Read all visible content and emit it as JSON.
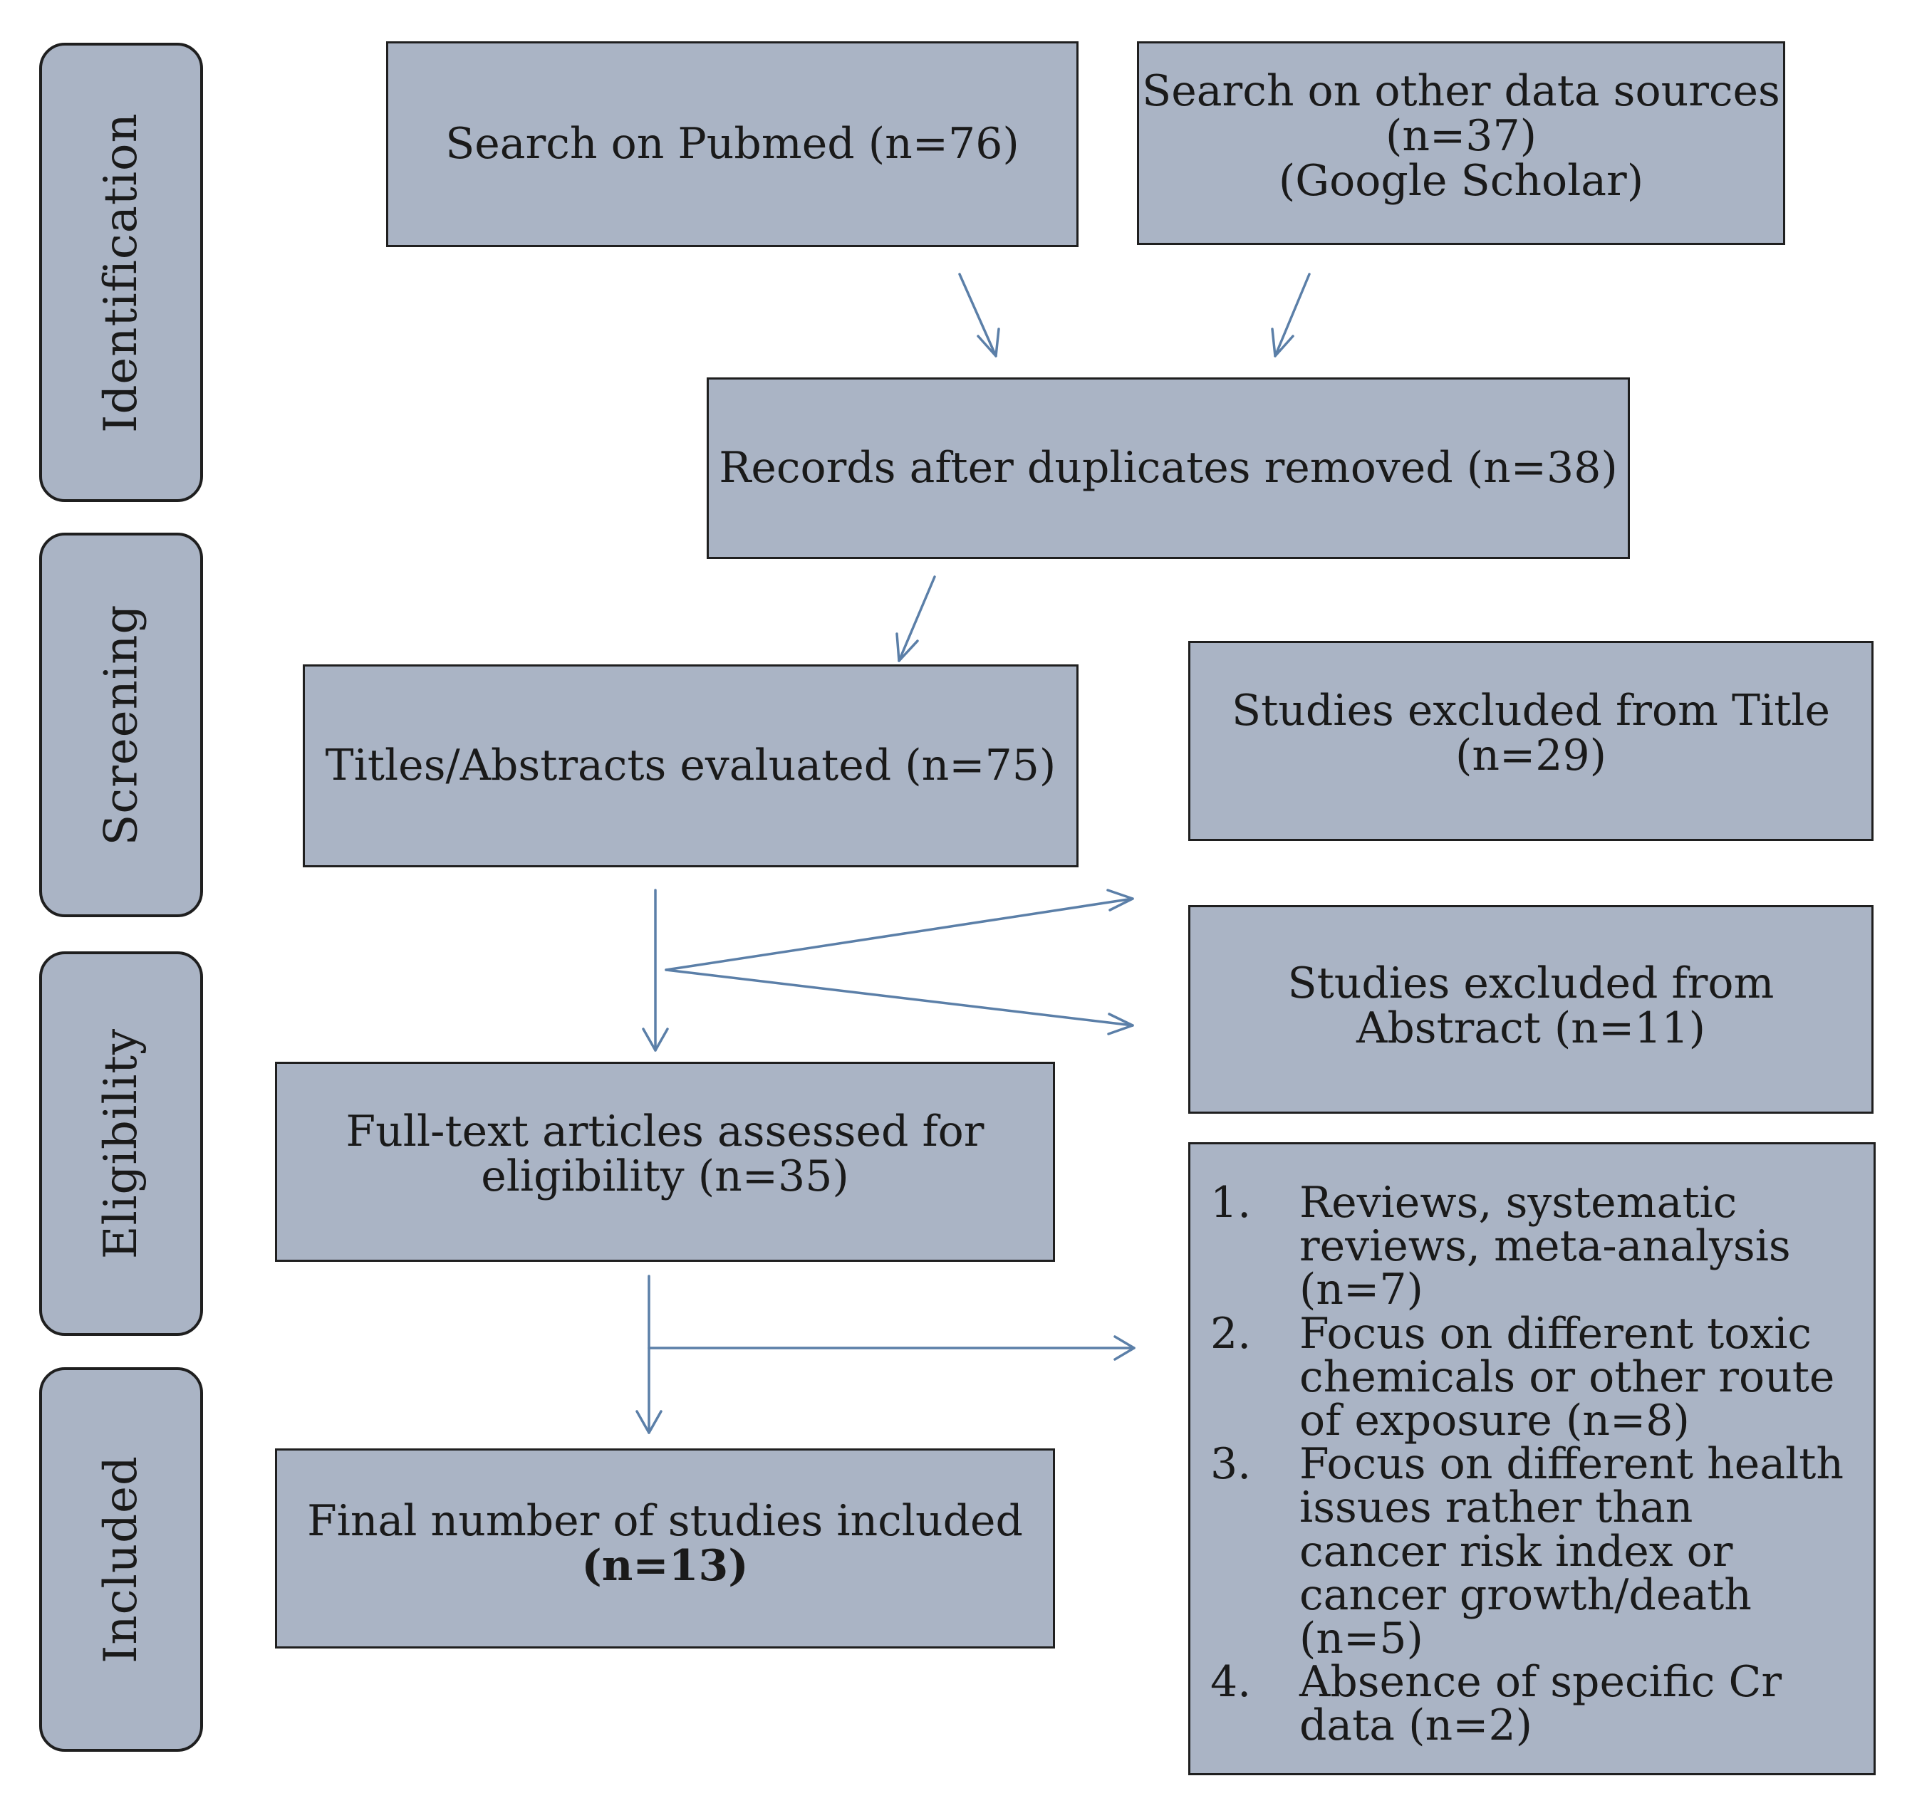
{
  "stages": [
    {
      "id": "identification",
      "label": "Identification"
    },
    {
      "id": "screening",
      "label": "Screening"
    },
    {
      "id": "eligibility",
      "label": "Eligibility"
    },
    {
      "id": "included",
      "label": "Included"
    }
  ],
  "boxes": {
    "pubmed": {
      "lines": [
        "Search on Pubmed (n=76)"
      ]
    },
    "other_sources": {
      "lines": [
        "Search on other data sources",
        "(n=37)",
        "(Google Scholar)"
      ]
    },
    "duplicates_removed": {
      "lines": [
        "Records after duplicates removed (n=38)"
      ]
    },
    "titles_abstracts": {
      "lines": [
        "Titles/Abstracts evaluated  (n=75)"
      ]
    },
    "excluded_title": {
      "lines": [
        "Studies excluded from Title",
        "(n=29)"
      ]
    },
    "excluded_abstract": {
      "lines": [
        "Studies excluded from",
        "Abstract (n=11)"
      ]
    },
    "full_text": {
      "lines": [
        "Full-text articles  assessed for",
        "eligibility  (n=35)"
      ]
    },
    "final": {
      "lines": [
        "Final number of studies included",
        "(n=13)"
      ]
    }
  },
  "exclusion_reasons": [
    {
      "num": "1.",
      "text": "Reviews, systematic reviews, meta-analysis (n=7)"
    },
    {
      "num": "2.",
      "text": "Focus on different toxic chemicals or other route of exposure (n=8)"
    },
    {
      "num": "3.",
      "text": "Focus on different health issues rather than cancer risk index or cancer growth/death  (n=5)"
    },
    {
      "num": "4.",
      "text": "Absence of specific Cr data (n=2)"
    }
  ],
  "colors": {
    "box_fill": "#aab4c5",
    "box_border": "#1f1f1f",
    "arrow": "#5b7fa8"
  }
}
